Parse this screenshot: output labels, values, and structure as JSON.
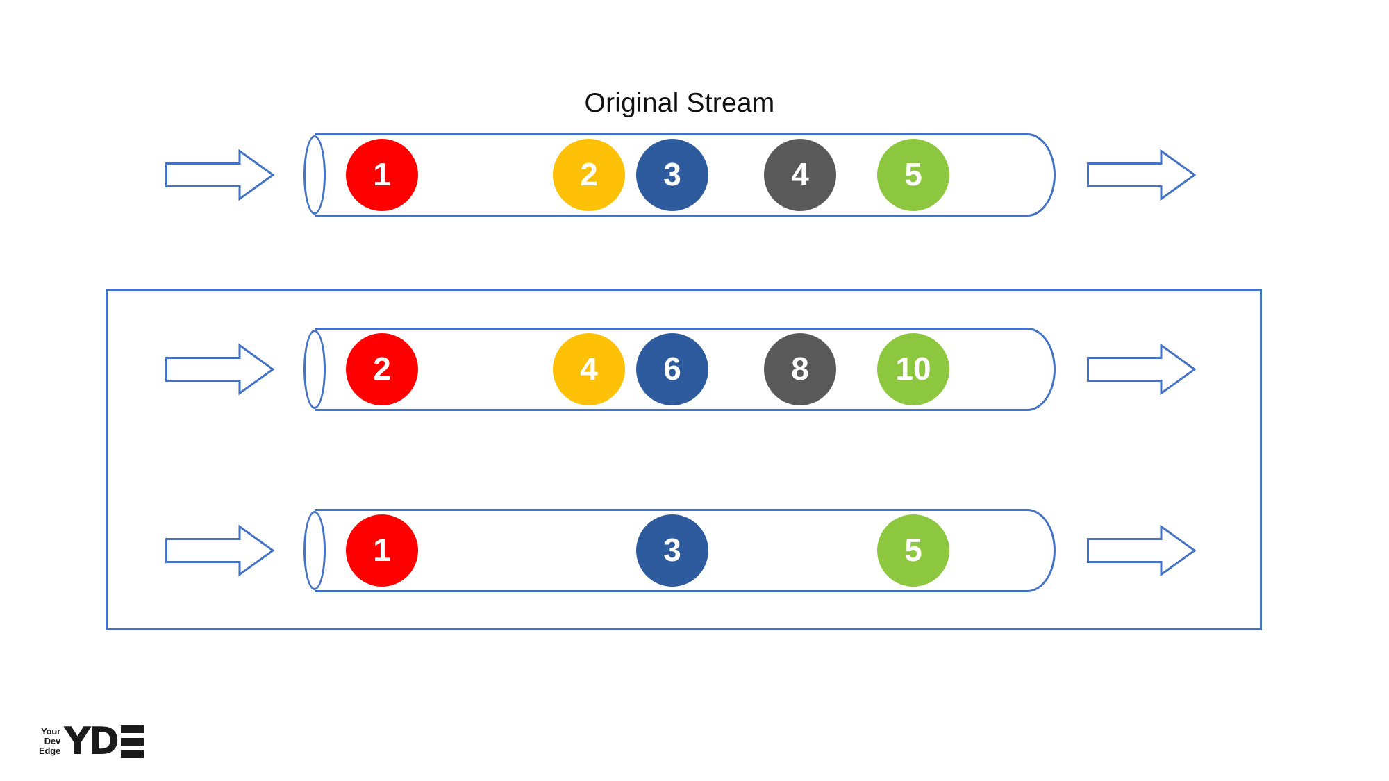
{
  "title": "Original Stream",
  "colors": {
    "outline": "#4472C4",
    "red": "#FF0000",
    "amber": "#FFC107",
    "blue": "#2E5B9E",
    "gray": "#595959",
    "green": "#8DC63F",
    "title_text": "#111111",
    "logo_text": "#1B1B1B",
    "number_text": "#FFFFFF"
  },
  "streams": [
    {
      "name": "original-stream",
      "items": [
        {
          "value": "1",
          "color": "red",
          "slot": 0
        },
        {
          "value": "2",
          "color": "amber",
          "slot": 1
        },
        {
          "value": "3",
          "color": "blue",
          "slot": 2
        },
        {
          "value": "4",
          "color": "gray",
          "slot": 3
        },
        {
          "value": "5",
          "color": "green",
          "slot": 4
        }
      ]
    },
    {
      "name": "mapped-stream",
      "items": [
        {
          "value": "2",
          "color": "red",
          "slot": 0
        },
        {
          "value": "4",
          "color": "amber",
          "slot": 1
        },
        {
          "value": "6",
          "color": "blue",
          "slot": 2
        },
        {
          "value": "8",
          "color": "gray",
          "slot": 3
        },
        {
          "value": "10",
          "color": "green",
          "slot": 4
        }
      ]
    },
    {
      "name": "filtered-stream",
      "items": [
        {
          "value": "1",
          "color": "red",
          "slot": 0
        },
        {
          "value": "3",
          "color": "blue",
          "slot": 2
        },
        {
          "value": "5",
          "color": "green",
          "slot": 4
        }
      ]
    }
  ],
  "logo": {
    "tagline_lines": [
      "Your",
      "Dev",
      "Edge"
    ],
    "brand": "YDE"
  }
}
